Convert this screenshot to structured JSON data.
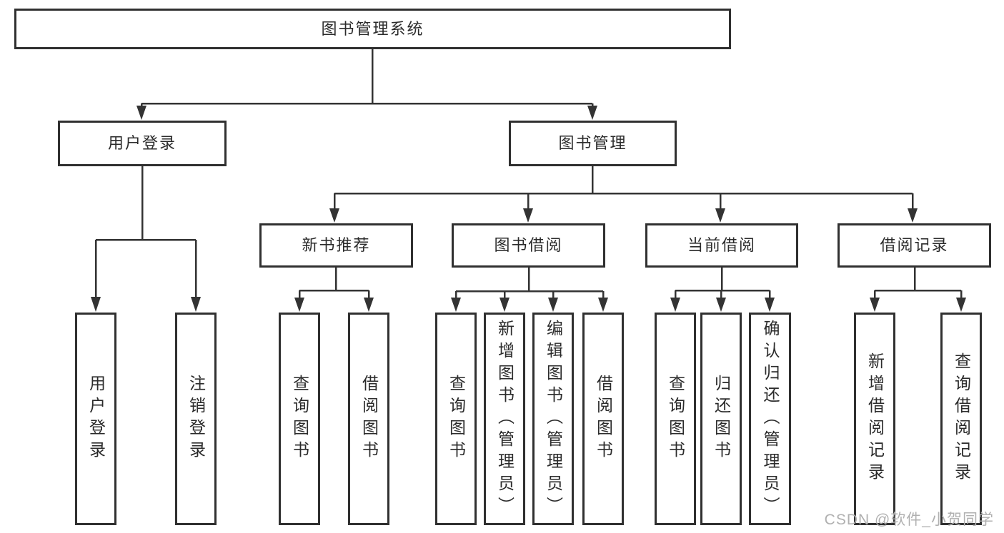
{
  "tree": {
    "label": "图书管理系统",
    "children": [
      {
        "label": "用户登录",
        "children": [
          {
            "label": "用户登录"
          },
          {
            "label": "注销登录"
          }
        ]
      },
      {
        "label": "图书管理",
        "children": [
          {
            "label": "新书推荐",
            "children": [
              {
                "label": "查询图书"
              },
              {
                "label": "借阅图书"
              }
            ]
          },
          {
            "label": "图书借阅",
            "children": [
              {
                "label": "查询图书"
              },
              {
                "label": "新增图书（管理员）"
              },
              {
                "label": "编辑图书（管理员）"
              },
              {
                "label": "借阅图书"
              }
            ]
          },
          {
            "label": "当前借阅",
            "children": [
              {
                "label": "查询图书"
              },
              {
                "label": "归还图书"
              },
              {
                "label": "确认归还（管理员）"
              }
            ]
          },
          {
            "label": "借阅记录",
            "children": [
              {
                "label": "新增借阅记录"
              },
              {
                "label": "查询借阅记录"
              }
            ]
          }
        ]
      }
    ]
  },
  "watermark": {
    "text": "CSDN @软件_小贺同学"
  },
  "colors": {
    "line": "#333333",
    "box_border": "#303030",
    "text": "#2b2b2b",
    "watermark": "#b0b0b0",
    "background": "#ffffff"
  }
}
